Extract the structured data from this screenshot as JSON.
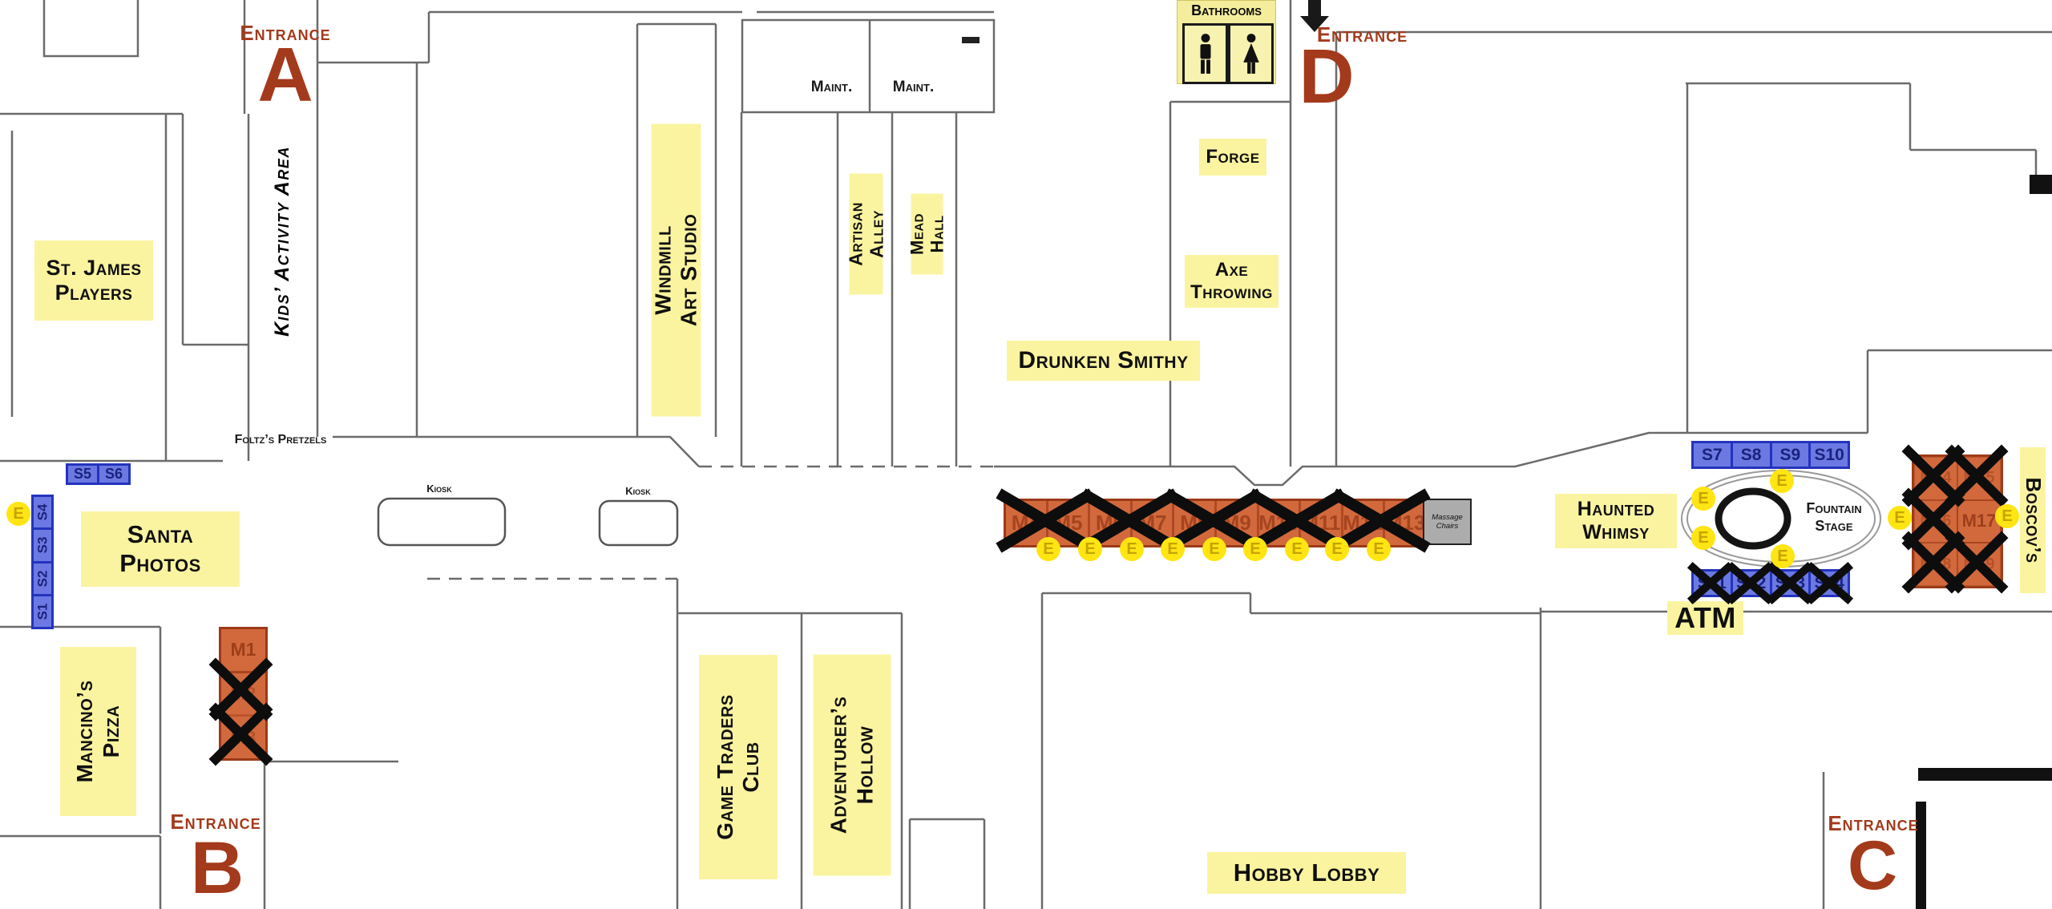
{
  "entrances": {
    "word": "Entrance",
    "a": "A",
    "b": "B",
    "c": "C",
    "d": "D"
  },
  "areas": {
    "st_james": "St. James\nPlayers",
    "kids": "Kids’ Activity Area",
    "windmill": "Windmill\nArt Studio",
    "maint": "Maint.",
    "bathrooms": "Bathrooms",
    "forge": "Forge",
    "artisan": "Artisan\nAlley",
    "mead": "Mead\nHall",
    "axe": "Axe\nThrowing",
    "drunken": "Drunken Smithy",
    "foltz": "Foltz’s Pretzels",
    "santa": "Santa\nPhotos",
    "kiosk": "Kiosk",
    "mancinos": "Mancino’s\nPizza",
    "game_traders": "Game Traders\nClub",
    "adventurers": "Adventurer’s\nHollow",
    "hobby": "Hobby Lobby",
    "massage": "Massage\nChairs",
    "haunted": "Haunted\nWhimsy",
    "fountain": "Fountain\nStage",
    "atm": "ATM",
    "boscovs": "Boscov’s"
  },
  "booths": {
    "s_top": [
      "S5",
      "S6"
    ],
    "s_left": [
      "S4",
      "S3",
      "S2",
      "S1"
    ],
    "s_right_top": [
      "S7",
      "S8",
      "S9",
      "S10"
    ],
    "s_right_bottom": [
      "S11",
      "S12",
      "S13",
      "S14"
    ],
    "m_left": [
      "M1",
      "M2",
      "M3"
    ],
    "m_strip": [
      "M4",
      "M5",
      "M6",
      "M7",
      "M8",
      "M9",
      "M10",
      "M11",
      "M12",
      "M13"
    ],
    "m_block": [
      "M14",
      "M15",
      "M16",
      "M17",
      "M18",
      "M19"
    ]
  },
  "marker_e": "E",
  "colors": {
    "highlight_yellow": "#FAF4A0",
    "entrance_brown": "#A33A1C",
    "booth_blue_fill": "#6C79E2",
    "booth_blue_border": "#2433BD",
    "booth_orange_fill": "#D2693C",
    "booth_orange_border": "#9C3A18",
    "e_marker_yellow": "#FFE512",
    "wall_gray": "#6B6B6B"
  }
}
